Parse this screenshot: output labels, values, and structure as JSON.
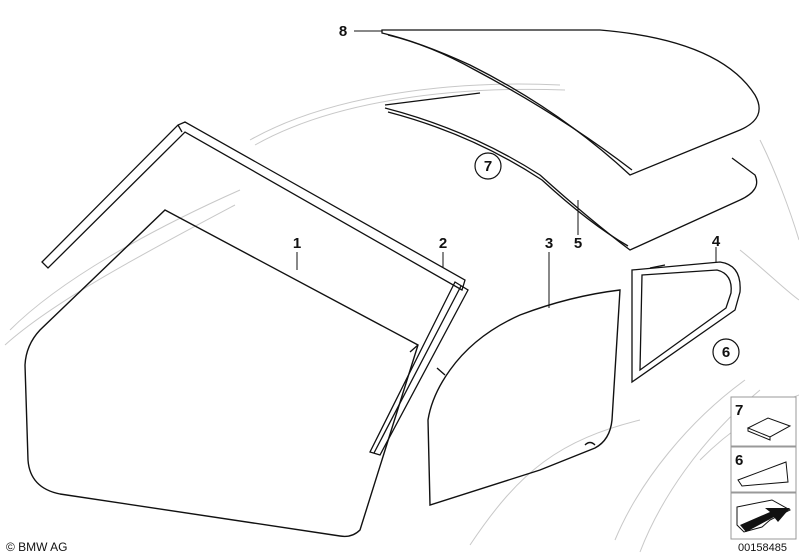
{
  "callouts": {
    "part_1": "1",
    "part_2": "2",
    "part_3": "3",
    "part_4": "4",
    "part_5": "5",
    "part_6": "6",
    "part_7": "7",
    "part_8": "8"
  },
  "legend": {
    "item_7": "7",
    "item_6": "6"
  },
  "footer": {
    "copyright": "© BMW AG",
    "diagram_number": "00158485"
  },
  "colors": {
    "line": "#111111",
    "ghost_line": "#c8c8c8",
    "legend_border": "#999999"
  }
}
